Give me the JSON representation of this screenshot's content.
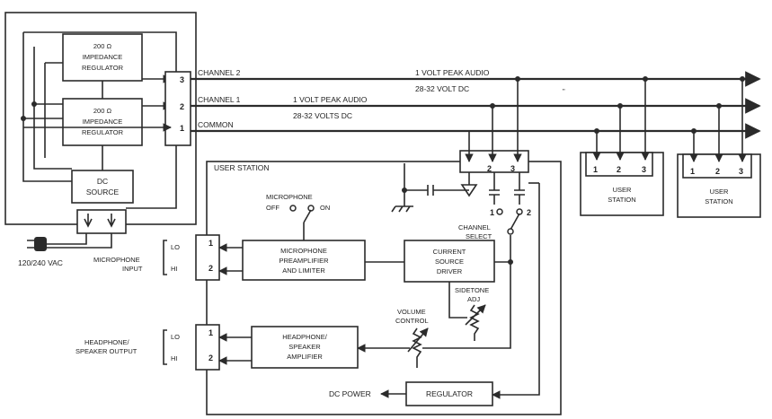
{
  "regulator_box": {
    "line1": "200 Ω",
    "line2": "IMPEDANCE",
    "line3": "REGULATOR"
  },
  "dc_source": {
    "line1": "DC",
    "line2": "SOURCE"
  },
  "mains_label": "120/240 VAC",
  "bus": {
    "channel2": "CHANNEL 2",
    "channel1": "CHANNEL 1",
    "common": "COMMON",
    "ch2_signal": "1 VOLT PEAK AUDIO",
    "ch2_dc": "28-32 VOLT DC",
    "ch1_signal": "1 VOLT PEAK AUDIO",
    "ch1_dc": "28-32 VOLTS DC"
  },
  "pins": {
    "p1": "1",
    "p2": "2",
    "p3": "3"
  },
  "user_station": {
    "title": "USER STATION",
    "mic_switch": "MICROPHONE",
    "mic_off": "OFF",
    "mic_on": "ON",
    "channel_select_1": "CHANNEL",
    "channel_select_2": "SELECT",
    "preamp_1": "MICROPHONE",
    "preamp_2": "PREAMPLIFIER",
    "preamp_3": "AND LIMITER",
    "driver_1": "CURRENT",
    "driver_2": "SOURCE",
    "driver_3": "DRIVER",
    "sidetone_1": "SIDETONE",
    "sidetone_2": "ADJ",
    "volume_1": "VOLUME",
    "volume_2": "CONTROL",
    "amp_1": "HEADPHONE/",
    "amp_2": "SPEAKER",
    "amp_3": "AMPLIFIER",
    "regulator": "REGULATOR",
    "dc_power": "DC POWER",
    "lo": "LO",
    "hi": "HI",
    "mic_input_1": "MICROPHONE",
    "mic_input_2": "INPUT",
    "hp_output_1": "HEADPHONE/",
    "hp_output_2": "SPEAKER OUTPUT"
  },
  "remote_station": {
    "line1": "USER",
    "line2": "STATION"
  },
  "stray_mark": "\""
}
